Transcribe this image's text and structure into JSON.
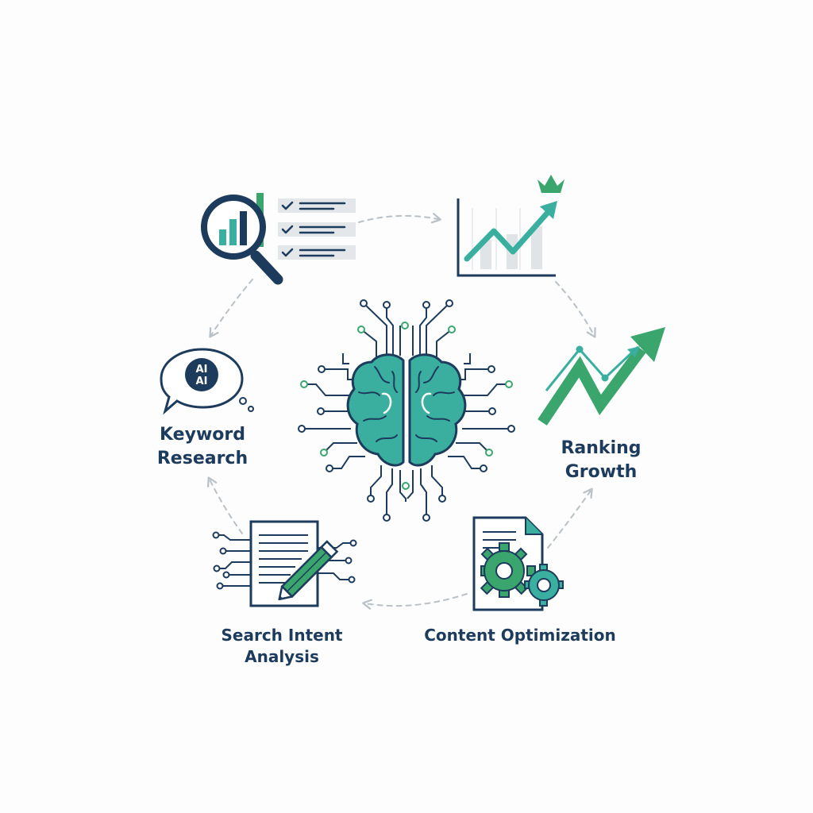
{
  "colors": {
    "navy": "#1d3b5c",
    "teal": "#3aaf9f",
    "green": "#3aa66e",
    "light_gray": "#e4e7ea",
    "arrow_gray": "#b9c1c7"
  },
  "center": {
    "icon": "ai-brain-circuit-icon"
  },
  "steps": [
    {
      "id": "keyword-research",
      "icon": "speech-bubble-ai-icon",
      "lines": [
        "Keyword",
        "Research"
      ]
    },
    {
      "id": "top-left",
      "icon": "magnifier-checklist-icon"
    },
    {
      "id": "top-right",
      "icon": "crowned-growth-chart-icon"
    },
    {
      "id": "ranking-growth",
      "icon": "trending-up-arrow-icon",
      "lines": [
        "Ranking",
        "Growth"
      ]
    },
    {
      "id": "content-optimization",
      "icon": "document-gears-icon",
      "lines": [
        "Content Optimization"
      ]
    },
    {
      "id": "search-intent-analysis",
      "icon": "document-pencil-circuit-icon",
      "lines": [
        "Search Intent",
        "Analysis"
      ]
    }
  ],
  "bubble_text": {
    "line1": "AI",
    "line2": "AI"
  }
}
